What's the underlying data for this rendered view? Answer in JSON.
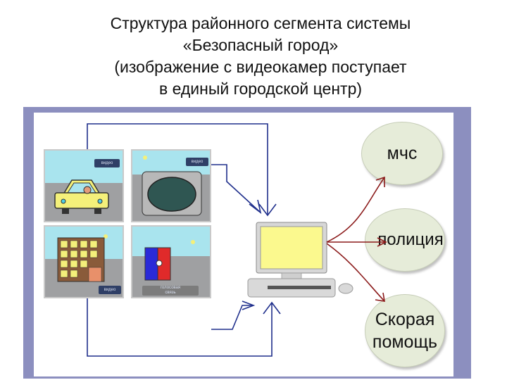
{
  "title": {
    "line1": "Структура районного сегмента системы",
    "line2": "«Безопасный город»",
    "line3": "(изображение с видеокамер поступает",
    "line4": "в единый городской центр)"
  },
  "cameras": {
    "car_badge": "видео",
    "fire_badge": "видео",
    "building_badge": "видео",
    "door_badge_line1": "голосовая",
    "door_badge_line2": "связь"
  },
  "services": {
    "mchs": "мчс",
    "police": "полиция",
    "ambulance_line1": "Скорая",
    "ambulance_line2": "помощь"
  },
  "colors": {
    "frame": "#8c8fbf",
    "flow_arrow": "#1f2f8c",
    "dispatch_arrow": "#8b1a1a",
    "monitor_screen": "#fbf98e"
  }
}
